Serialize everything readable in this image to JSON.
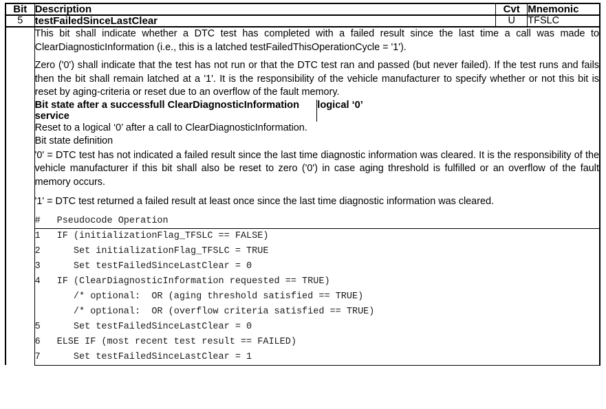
{
  "table": {
    "headers": {
      "bit": "Bit",
      "description": "Description",
      "cvt": "Cvt",
      "mnemonic": "Mnemonic"
    },
    "row": {
      "bit_number": "5",
      "bit_name": "testFailedSinceLastClear",
      "cvt": "U",
      "mnemonic": "TFSLC"
    },
    "description_paragraphs": [
      "This bit shall indicate whether a DTC test has completed with a failed result since the last time a call was made to ClearDiagnosticInformation (i.e., this is a latched testFailedThisOperationCycle = '1').",
      "Zero ('0') shall indicate that the test has not run or that the DTC test ran and passed (but never failed). If the test runs and fails then the bit shall remain latched at a '1'. It is the responsibility of the vehicle manufacturer to specify whether or not this bit is reset by aging-criteria or reset due to an overflow of the fault memory."
    ],
    "clear_service": {
      "label": "Bit state after a successfull ClearDiagnosticInformation service",
      "value": "logical ‘0’"
    },
    "reset_note": "Reset to a logical ‘0’ after a call to ClearDiagnosticInformation.",
    "bit_state_definition_label": "Bit state definition",
    "bit_state_definitions": [
      "'0' = DTC test has not indicated a failed result since the last time diagnostic information was cleared.  It is the responsibility of the vehicle manufacturer if this bit shall also be reset to zero ('0') in case aging threshold is fulfilled or an overflow of the fault memory occurs.",
      "'1' = DTC test returned a failed result at least once since the last time diagnostic information was cleared."
    ],
    "pseudocode": {
      "headers": {
        "num": "#",
        "operation": "Pseudocode Operation"
      },
      "rows": [
        {
          "num": "1",
          "code": "IF (initializationFlag_TFSLC == FALSE)"
        },
        {
          "num": "2",
          "code": "   Set initializationFlag_TFSLC = TRUE"
        },
        {
          "num": "3",
          "code": "   Set testFailedSinceLastClear = 0"
        },
        {
          "num": "4",
          "code": "IF (ClearDiagnosticInformation requested == TRUE)"
        },
        {
          "num": "",
          "code": "   /* optional:  OR (aging threshold satisfied == TRUE)"
        },
        {
          "num": "",
          "code": "   /* optional:  OR (overflow criteria satisfied == TRUE)"
        },
        {
          "num": "5",
          "code": "   Set testFailedSinceLastClear = 0"
        },
        {
          "num": "6",
          "code": "ELSE IF (most recent test result == FAILED)"
        },
        {
          "num": "7",
          "code": "   Set testFailedSinceLastClear = 1"
        }
      ]
    }
  }
}
